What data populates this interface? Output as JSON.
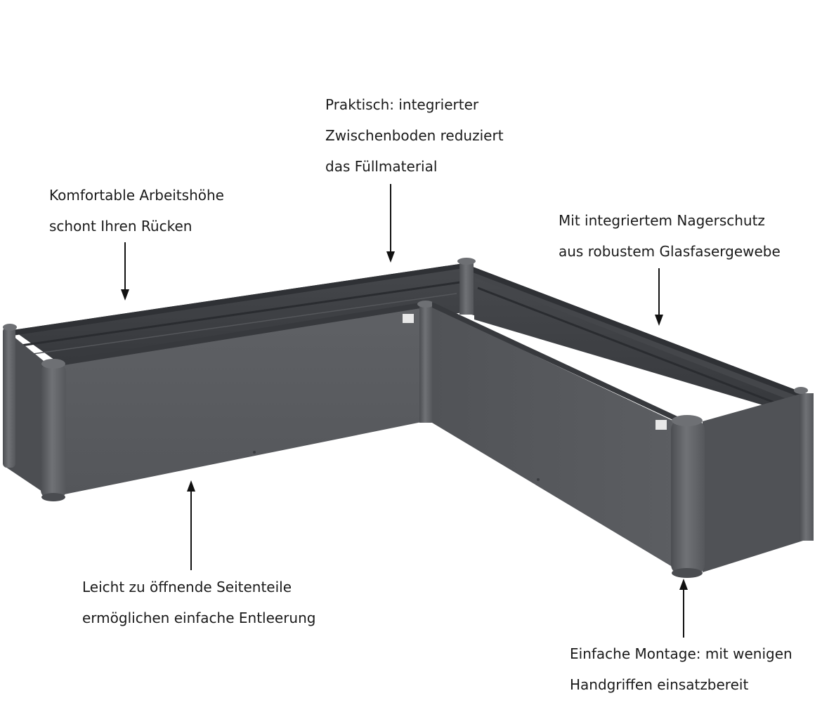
{
  "callouts": {
    "zwischenboden": {
      "lines": [
        "Praktisch: integrierter",
        "Zwischenboden reduziert",
        "das Füllmaterial"
      ]
    },
    "arbeitshoehe": {
      "lines": [
        "Komfortable Arbeitshöhe",
        "schont Ihren Rücken"
      ]
    },
    "nagerschutz": {
      "lines": [
        "Mit integriertem Nagerschutz",
        "aus robustem Glasfasergewebe"
      ]
    },
    "seitenteile": {
      "lines": [
        "Leicht zu öffnende Seitenteile",
        "ermöglichen einfache Entleerung"
      ]
    },
    "montage": {
      "lines": [
        "Einfache Montage: mit wenigen",
        "Handgriffen einsatzbereit"
      ]
    }
  },
  "colors": {
    "panel_front": "#5a5c60",
    "panel_dark": "#3e4044",
    "panel_inner": "#4a4c50",
    "post": "#65676b",
    "rim": "#2e3034",
    "text": "#1a1a1a",
    "arrow": "#111111"
  }
}
